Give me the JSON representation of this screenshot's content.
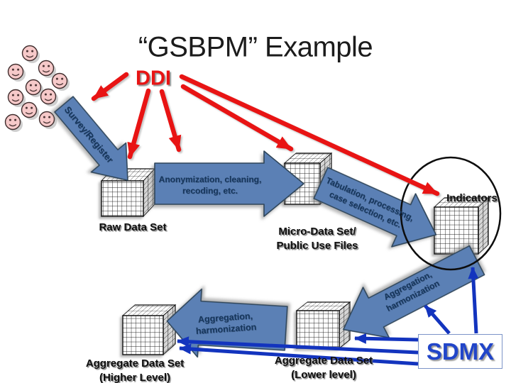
{
  "slide": {
    "title": "“GSBPM” Example"
  },
  "standards": {
    "ddi_label": "DDI",
    "sdmx_label": "SDMX"
  },
  "datasets": {
    "raw": {
      "label": "Raw Data Set"
    },
    "micro": {
      "line1": "Micro-Data Set/",
      "line2": "Public Use Files"
    },
    "indicators": {
      "label": "Indicators"
    },
    "aggregate_higher": {
      "line1": "Aggregate Data Set",
      "line2": "(Higher Level)"
    },
    "aggregate_lower": {
      "line1": "Aggregate Data Set",
      "line2": "(Lower level)"
    }
  },
  "processes": {
    "survey": {
      "label": "Survey/Register"
    },
    "anonymization": {
      "line1": "Anonymization, cleaning,",
      "line2": "recoding, etc."
    },
    "tabulation": {
      "line1": "Tabulation, processing,",
      "line2": "case selection, etc."
    },
    "aggregation_to_lower": {
      "line1": "Aggregation,",
      "line2": "harmonization"
    },
    "aggregation_to_higher": {
      "line1": "Aggregation,",
      "line2": "harmonization"
    }
  },
  "icons": {
    "population": "smiley-face-cluster",
    "dataset": "grid-cube",
    "indicators_highlight": "ellipse-outline"
  },
  "colors": {
    "ddi_red": "#E81414",
    "sdmx_blue": "#2145C9",
    "sdmx_arrow_blue": "#1334BE",
    "process_arrow_fill": "#5B80B5",
    "process_arrow_text": "#16365C",
    "face_pink": "#F6C9C9",
    "title_black": "#1B1B1B"
  }
}
